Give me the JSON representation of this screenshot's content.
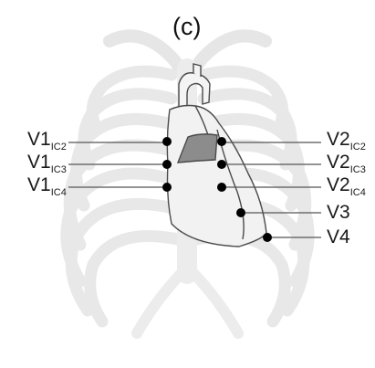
{
  "panel_label": "(c)",
  "electrodes": [
    {
      "id": "v1-ic2",
      "main": "V1",
      "sub": "IC2"
    },
    {
      "id": "v1-ic3",
      "main": "V1",
      "sub": "IC3"
    },
    {
      "id": "v1-ic4",
      "main": "V1",
      "sub": "IC4"
    },
    {
      "id": "v2-ic2",
      "main": "V2",
      "sub": "IC2"
    },
    {
      "id": "v2-ic3",
      "main": "V2",
      "sub": "IC3"
    },
    {
      "id": "v2-ic4",
      "main": "V2",
      "sub": "IC4"
    },
    {
      "id": "v3",
      "main": "V3",
      "sub": ""
    },
    {
      "id": "v4",
      "main": "V4",
      "sub": ""
    }
  ],
  "colors": {
    "ribcage": "#e8e8e8",
    "heart_fill": "#f2f2f2",
    "heart_stroke": "#4a4a4a",
    "atrium_fill": "#8c8c8c",
    "dot": "#000000",
    "line": "#555555"
  }
}
